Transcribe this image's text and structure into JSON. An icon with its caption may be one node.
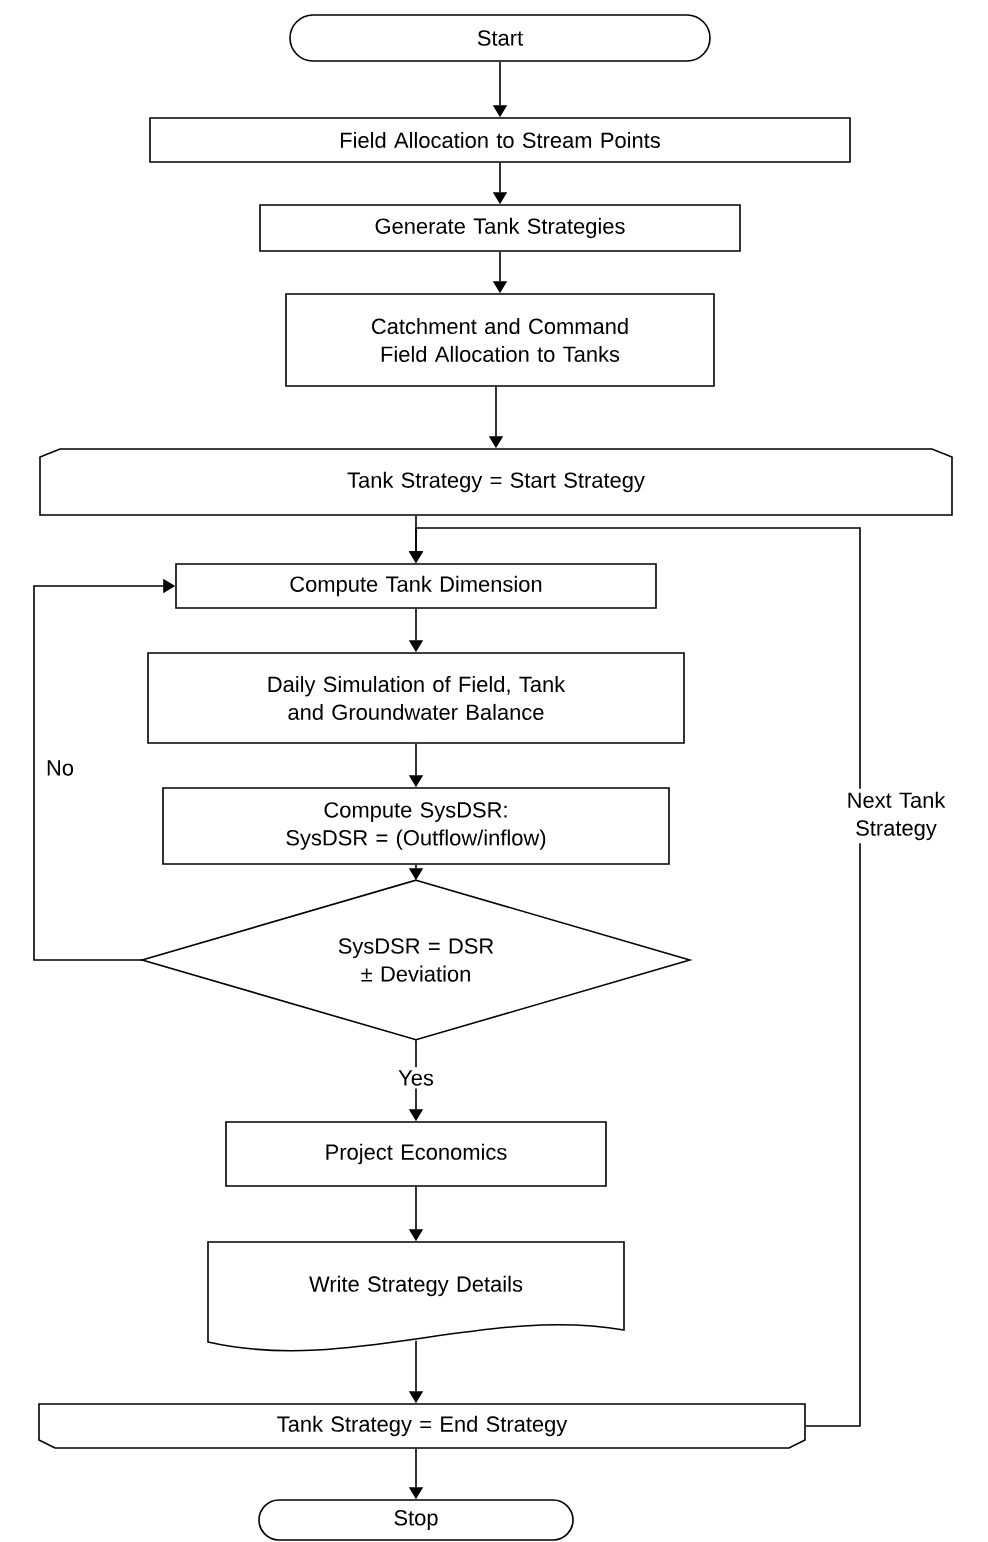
{
  "diagram": {
    "nodes": [
      {
        "text": [
          "Start"
        ]
      },
      {
        "text": [
          "Field Allocation to Stream Points"
        ]
      },
      {
        "text": [
          "Generate Tank Strategies"
        ]
      },
      {
        "text": [
          "Catchment and Command Field Allocation to Tanks"
        ]
      },
      {
        "text": [
          "Tank Strategy = Start Strategy"
        ]
      },
      {
        "text": [
          "Compute Tank Dimension"
        ]
      },
      {
        "text": [
          "Daily Simulation of Field, Tank and Groundwater Balance"
        ]
      },
      {
        "text": [
          "Compute SysDSR: SysDSR = (Outflow/inflow)"
        ]
      },
      {
        "text": [
          "SysDSR = DSR ± Deviation"
        ]
      },
      {
        "text": [
          "Project Economics"
        ]
      },
      {
        "text": [
          "Write Strategy Details"
        ]
      },
      {
        "text": [
          "Tank Strategy = End Strategy"
        ]
      },
      {
        "text": [
          "Stop"
        ]
      }
    ],
    "edges": [
      {
        "from": 0,
        "to": 1,
        "arrow": "to"
      },
      {
        "from": 1,
        "to": 2,
        "arrow": "to"
      },
      {
        "from": 2,
        "to": 3,
        "arrow": "to"
      },
      {
        "from": 3,
        "to": 4,
        "arrow": "to"
      },
      {
        "from": 4,
        "to": 5,
        "arrow": "to"
      },
      {
        "from": 5,
        "to": 6,
        "arrow": "to"
      },
      {
        "from": 6,
        "to": 7,
        "arrow": "to"
      },
      {
        "from": 7,
        "to": 8,
        "arrow": "to"
      },
      {
        "from": 8,
        "to": 9,
        "arrow": "to",
        "label": "Yes"
      },
      {
        "from": 9,
        "to": 10,
        "arrow": "to"
      },
      {
        "from": 10,
        "to": 11,
        "arrow": "to"
      },
      {
        "from": 11,
        "to": 12,
        "arrow": "to"
      },
      {
        "from": 8,
        "to": 5,
        "arrow": "to",
        "label": "No"
      },
      {
        "from": 11,
        "to": 5,
        "arrow": "to",
        "label": "Next Tank Strategy"
      }
    ]
  }
}
